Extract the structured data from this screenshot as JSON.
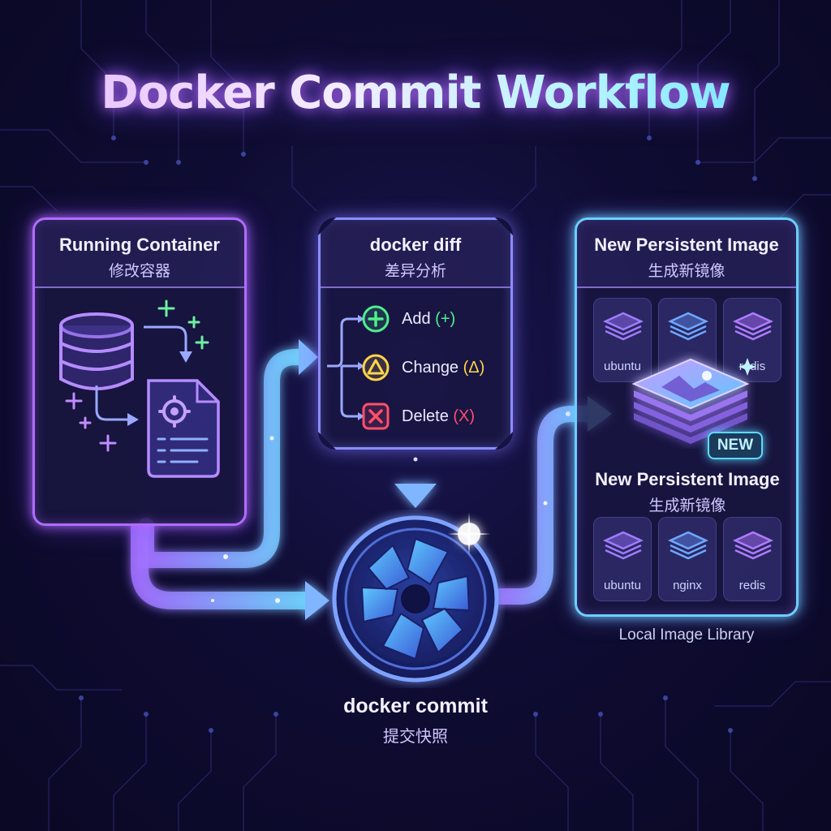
{
  "title": "Docker Commit Workflow",
  "colors": {
    "purple": "#b06cff",
    "cyan": "#5fd8ff",
    "green": "#4ef08c",
    "yellow": "#ffd54a",
    "red": "#ff4f6a",
    "background": "#0f0c33"
  },
  "running_container": {
    "title": "Running Container",
    "subtitle": "修改容器",
    "icons": [
      "database-icon",
      "config-file-icon",
      "plus-icon"
    ]
  },
  "docker_diff": {
    "title": "docker diff",
    "subtitle": "差异分析",
    "items": [
      {
        "icon": "plus-circle-icon",
        "label": "Add",
        "symbol": "(+)"
      },
      {
        "icon": "warning-triangle-icon",
        "label": "Change",
        "symbol": "(Δ)"
      },
      {
        "icon": "x-square-icon",
        "label": "Delete",
        "symbol": "(X)"
      }
    ]
  },
  "commit": {
    "title": "docker commit",
    "subtitle": "提交快照",
    "icon": "camera-shutter-icon"
  },
  "new_image": {
    "title": "New Persistent Image",
    "subtitle": "生成新镜像",
    "badge": "NEW",
    "center_title": "New Persistent Image",
    "center_subtitle": "生成新镜像",
    "top_thumbs": [
      "ubuntu",
      "",
      "redis"
    ],
    "bottom_thumbs": [
      "ubuntu",
      "nginx",
      "redis"
    ],
    "library_caption": "Local Image Library"
  }
}
